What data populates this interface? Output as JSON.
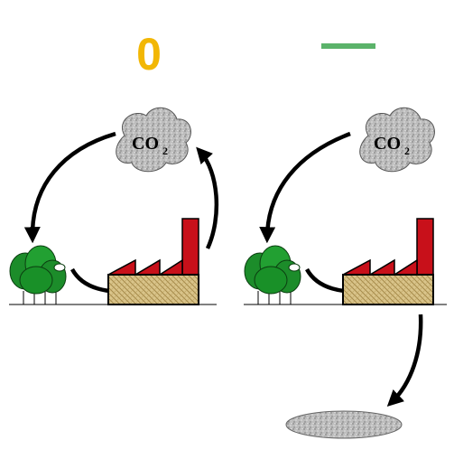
{
  "left_panel": {
    "symbol": "0",
    "symbol_color": "#f2b705",
    "cloud_label": "CO",
    "cloud_subscript": "2"
  },
  "right_panel": {
    "symbol": "—",
    "symbol_color": "#5bb36a",
    "cloud_label": "CO",
    "cloud_subscript": "2"
  },
  "colors": {
    "tree_green": "#1c8c2a",
    "factory_red": "#c8101a",
    "factory_tan": "#d9c48a",
    "cloud_gray": "#b9b9b9",
    "arrow": "#000000"
  },
  "icons": [
    "co2-cloud-icon",
    "tree-icon",
    "factory-icon",
    "storage-reservoir-icon"
  ]
}
